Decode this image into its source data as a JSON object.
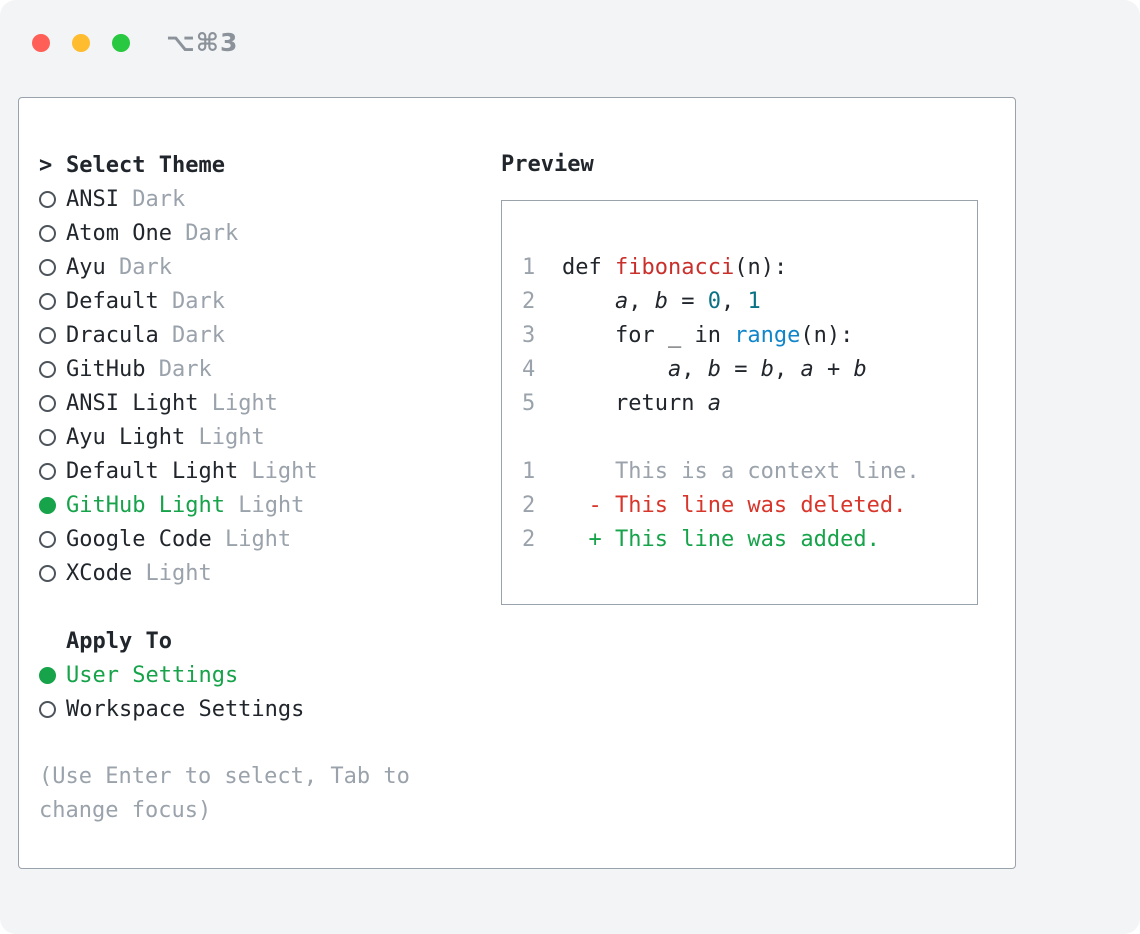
{
  "window": {
    "shortcut": "⌥⌘3"
  },
  "colors": {
    "bg": "#f3f4f6",
    "panel_bg": "#ffffff",
    "border": "#9aa2ab",
    "text": "#21262c",
    "muted": "#9aa2ab",
    "green": "#16a34a",
    "func_red": "#c9302c",
    "deleted_red": "#d8352b",
    "number_teal": "#0b7285",
    "builtin_blue": "#1086c9",
    "traffic_red": "#ff5f57",
    "traffic_yellow": "#febc2e",
    "traffic_green": "#28c840"
  },
  "theme_selector": {
    "cursor": ">",
    "title": "Select Theme",
    "items": [
      {
        "name": "ANSI",
        "variant": "Dark",
        "selected": false
      },
      {
        "name": "Atom One",
        "variant": "Dark",
        "selected": false
      },
      {
        "name": "Ayu",
        "variant": "Dark",
        "selected": false
      },
      {
        "name": "Default",
        "variant": "Dark",
        "selected": false
      },
      {
        "name": "Dracula",
        "variant": "Dark",
        "selected": false
      },
      {
        "name": "GitHub",
        "variant": "Dark",
        "selected": false
      },
      {
        "name": "ANSI Light",
        "variant": "Light",
        "selected": false
      },
      {
        "name": "Ayu Light",
        "variant": "Light",
        "selected": false
      },
      {
        "name": "Default Light",
        "variant": "Light",
        "selected": false
      },
      {
        "name": "GitHub Light",
        "variant": "Light",
        "selected": true
      },
      {
        "name": "Google Code",
        "variant": "Light",
        "selected": false
      },
      {
        "name": "XCode",
        "variant": "Light",
        "selected": false
      }
    ],
    "apply_to": {
      "title": "Apply To",
      "options": [
        {
          "label": "User Settings",
          "selected": true
        },
        {
          "label": "Workspace Settings",
          "selected": false
        }
      ]
    },
    "hint_lines": [
      "(Use Enter to select, Tab to",
      "change focus)"
    ]
  },
  "preview": {
    "title": "Preview",
    "lines": [
      {
        "num": "1",
        "segments": [
          {
            "text": "def ",
            "style": "plain"
          },
          {
            "text": "fibonacci",
            "style": "func"
          },
          {
            "text": "(n):",
            "style": "plain"
          }
        ]
      },
      {
        "num": "2",
        "segments": [
          {
            "text": "    ",
            "style": "plain"
          },
          {
            "text": "a",
            "style": "var"
          },
          {
            "text": ", ",
            "style": "plain"
          },
          {
            "text": "b",
            "style": "var"
          },
          {
            "text": " = ",
            "style": "plain"
          },
          {
            "text": "0",
            "style": "number"
          },
          {
            "text": ", ",
            "style": "plain"
          },
          {
            "text": "1",
            "style": "number"
          }
        ]
      },
      {
        "num": "3",
        "segments": [
          {
            "text": "    for _ in ",
            "style": "plain"
          },
          {
            "text": "range",
            "style": "builtin"
          },
          {
            "text": "(n):",
            "style": "plain"
          }
        ]
      },
      {
        "num": "4",
        "segments": [
          {
            "text": "        ",
            "style": "plain"
          },
          {
            "text": "a",
            "style": "var"
          },
          {
            "text": ", ",
            "style": "plain"
          },
          {
            "text": "b",
            "style": "var"
          },
          {
            "text": " = ",
            "style": "plain"
          },
          {
            "text": "b",
            "style": "var"
          },
          {
            "text": ", ",
            "style": "plain"
          },
          {
            "text": "a",
            "style": "var"
          },
          {
            "text": " + ",
            "style": "plain"
          },
          {
            "text": "b",
            "style": "var"
          }
        ]
      },
      {
        "num": "5",
        "segments": [
          {
            "text": "    return ",
            "style": "plain"
          },
          {
            "text": "a",
            "style": "var"
          }
        ]
      },
      {
        "num": "",
        "segments": []
      },
      {
        "num": "1",
        "segments": [
          {
            "text": "    This is a context line.",
            "style": "context"
          }
        ]
      },
      {
        "num": "2",
        "segments": [
          {
            "text": "  - This line was deleted.",
            "style": "deleted"
          }
        ]
      },
      {
        "num": "2",
        "segments": [
          {
            "text": "  + This line was added.",
            "style": "added"
          }
        ]
      }
    ]
  }
}
